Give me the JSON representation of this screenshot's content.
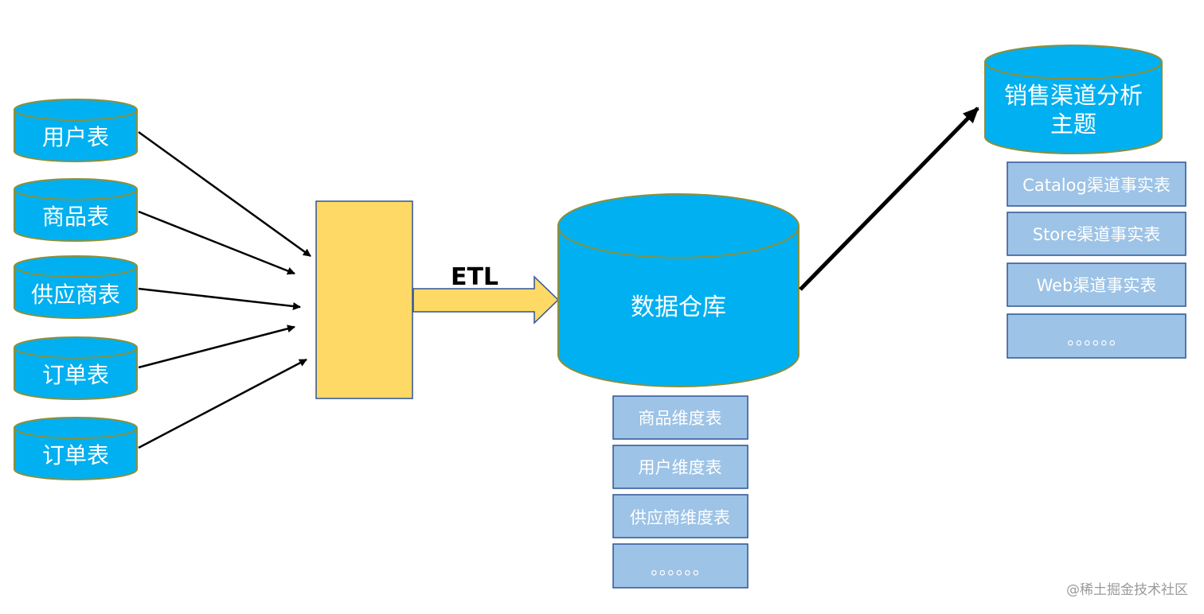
{
  "sources": [
    {
      "label": "用户表"
    },
    {
      "label": "商品表"
    },
    {
      "label": "供应商表"
    },
    {
      "label": "订单表"
    },
    {
      "label": "订单表"
    }
  ],
  "etl_label": "ETL",
  "warehouse": {
    "label": "数据仓库"
  },
  "dimension_tables": [
    "商品维度表",
    "用户维度表",
    "供应商维度表",
    "。。。。。。"
  ],
  "subject": {
    "line1": "销售渠道分析",
    "line2": "主题"
  },
  "fact_tables": [
    "Catalog渠道事实表",
    "Store渠道事实表",
    "Web渠道事实表",
    "。。。。。。"
  ],
  "watermark": "@稀土掘金技术社区",
  "colors": {
    "cylinder": "#00b0f0",
    "cylinder_outline": "#8c8f3a",
    "etl_box": "#ffd966",
    "etl_box_outline": "#2f5597",
    "table_box": "#9dc3e6",
    "table_box_outline": "#2f5597"
  }
}
